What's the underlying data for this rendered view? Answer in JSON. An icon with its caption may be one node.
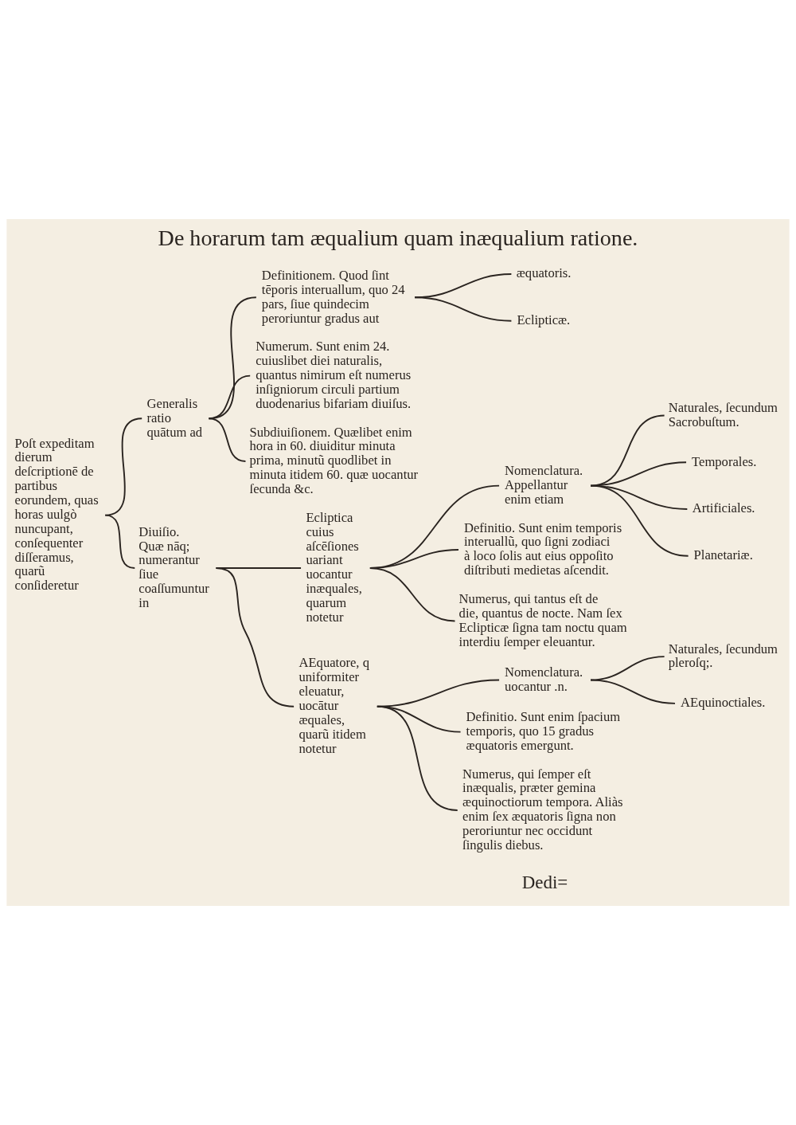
{
  "diagram": {
    "title": "De horarum tam æqualium quam inæqualium ratione.",
    "nodes": [
      {
        "text": [
          "Poſt expeditam dierum deſcriptionē de partibus eorundem, quas horas uulgò nuncupant, conſequenter diſſeramus, quarũ conſideretur"
        ]
      },
      {
        "text": [
          "Generalis ratio quātum ad"
        ]
      },
      {
        "text": [
          "Definitionem. Quod ſint tēporis interuallum, quo 24 pars, ſiue quindecim peroriuntur gradus aut"
        ]
      },
      {
        "text": [
          "æquatoris."
        ]
      },
      {
        "text": [
          "Eclipticæ."
        ]
      },
      {
        "text": [
          "Numerum. Sunt enim 24. cuiuslibet diei naturalis, quantus nimirum eſt numerus inſigniorum circuli partium duodenarius bifariam diuiſus."
        ]
      },
      {
        "text": [
          "Subdiuiſionem. Quælibet enim hora in 60. diuiditur minuta prima, minutũ quodlibet in minuta itidem 60. quæ uocantur ſecunda &c."
        ]
      },
      {
        "text": [
          "Diuiſio. Quæ nāq; numerantur ſiue coaſſumuntur in"
        ]
      },
      {
        "text": [
          "Ecliptica cuius aſcēſiones uariant uocantur inæquales, quarum notetur"
        ]
      },
      {
        "text": [
          "Nomenclatura. Appellantur enim etiam"
        ]
      },
      {
        "text": [
          "Naturales, ſecundum Sacrobuſtum."
        ]
      },
      {
        "text": [
          "Temporales."
        ]
      },
      {
        "text": [
          "Artificiales."
        ]
      },
      {
        "text": [
          "Planetariæ."
        ]
      },
      {
        "text": [
          "Definitio. Sunt enim temporis interuallũ, quo ſigni zodiaci à loco ſolis aut eius oppoſito diſtributi medietas aſcendit."
        ]
      },
      {
        "text": [
          "Numerus, qui tantus eſt de die, quantus de nocte. Nam ſex Eclipticæ ſigna tam noctu quam interdiu ſemper eleuantur."
        ]
      },
      {
        "text": [
          "AEquatore, q uniformiter eleuatur, uocātur æquales, quarũ itidem notetur"
        ]
      },
      {
        "text": [
          "Nomenclatura. uocantur .n."
        ]
      },
      {
        "text": [
          "Naturales, ſecundum pleroſq;."
        ]
      },
      {
        "text": [
          "AEquinoctiales."
        ]
      },
      {
        "text": [
          "Definitio. Sunt enim ſpacium temporis, quo 15 gradus æquatoris emergunt."
        ]
      },
      {
        "text": [
          "Numerus, qui ſemper eſt inæqualis, præter gemina æquinoctiorum tempora. Aliàs enim ſex æquatoris ſigna non peroriuntur nec occidunt ſingulis diebus."
        ]
      }
    ],
    "edges": [
      {
        "from": 0,
        "to": 1,
        "arrow": "none"
      },
      {
        "from": 0,
        "to": 7,
        "arrow": "none"
      },
      {
        "from": 1,
        "to": 2,
        "arrow": "none"
      },
      {
        "from": 1,
        "to": 5,
        "arrow": "none"
      },
      {
        "from": 1,
        "to": 6,
        "arrow": "none"
      },
      {
        "from": 2,
        "to": 3,
        "arrow": "none"
      },
      {
        "from": 2,
        "to": 4,
        "arrow": "none"
      },
      {
        "from": 7,
        "to": 8,
        "arrow": "none"
      },
      {
        "from": 7,
        "to": 16,
        "arrow": "none"
      },
      {
        "from": 8,
        "to": 9,
        "arrow": "none"
      },
      {
        "from": 8,
        "to": 14,
        "arrow": "none"
      },
      {
        "from": 8,
        "to": 15,
        "arrow": "none"
      },
      {
        "from": 9,
        "to": 10,
        "arrow": "none"
      },
      {
        "from": 9,
        "to": 11,
        "arrow": "none"
      },
      {
        "from": 9,
        "to": 12,
        "arrow": "none"
      },
      {
        "from": 9,
        "to": 13,
        "arrow": "none"
      },
      {
        "from": 16,
        "to": 17,
        "arrow": "none"
      },
      {
        "from": 16,
        "to": 20,
        "arrow": "none"
      },
      {
        "from": 16,
        "to": 21,
        "arrow": "none"
      },
      {
        "from": 17,
        "to": 18,
        "arrow": "none"
      },
      {
        "from": 17,
        "to": 19,
        "arrow": "none"
      }
    ],
    "labels": [
      "Dedi="
    ]
  }
}
